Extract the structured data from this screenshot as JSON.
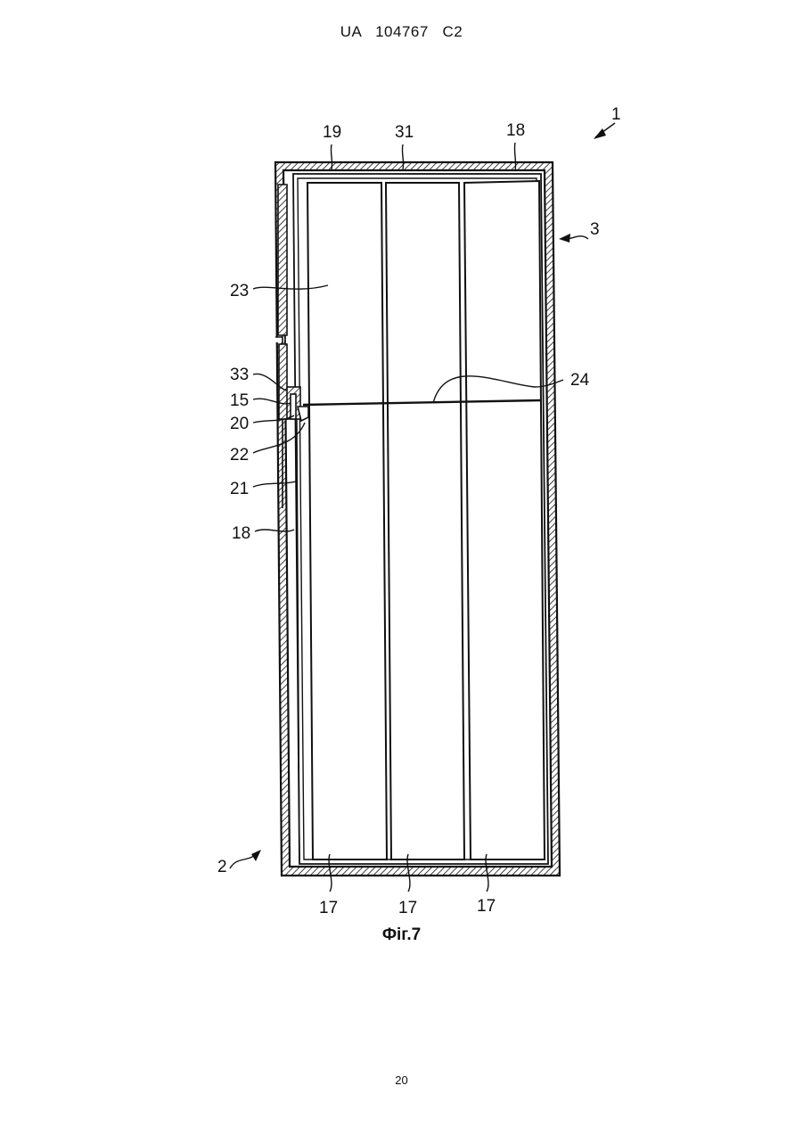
{
  "header": {
    "text": "UA   104767   C2"
  },
  "figure": {
    "caption": "Фіг.7",
    "labels": {
      "l1": "1",
      "l2": "2",
      "l3": "3",
      "l15": "15",
      "l17a": "17",
      "l17b": "17",
      "l17c": "17",
      "l18_top": "18",
      "l18_left": "18",
      "l19": "19",
      "l20": "20",
      "l21": "21",
      "l22": "22",
      "l23": "23",
      "l24": "24",
      "l31": "31",
      "l33": "33"
    }
  },
  "footer": {
    "page_number": "20"
  }
}
